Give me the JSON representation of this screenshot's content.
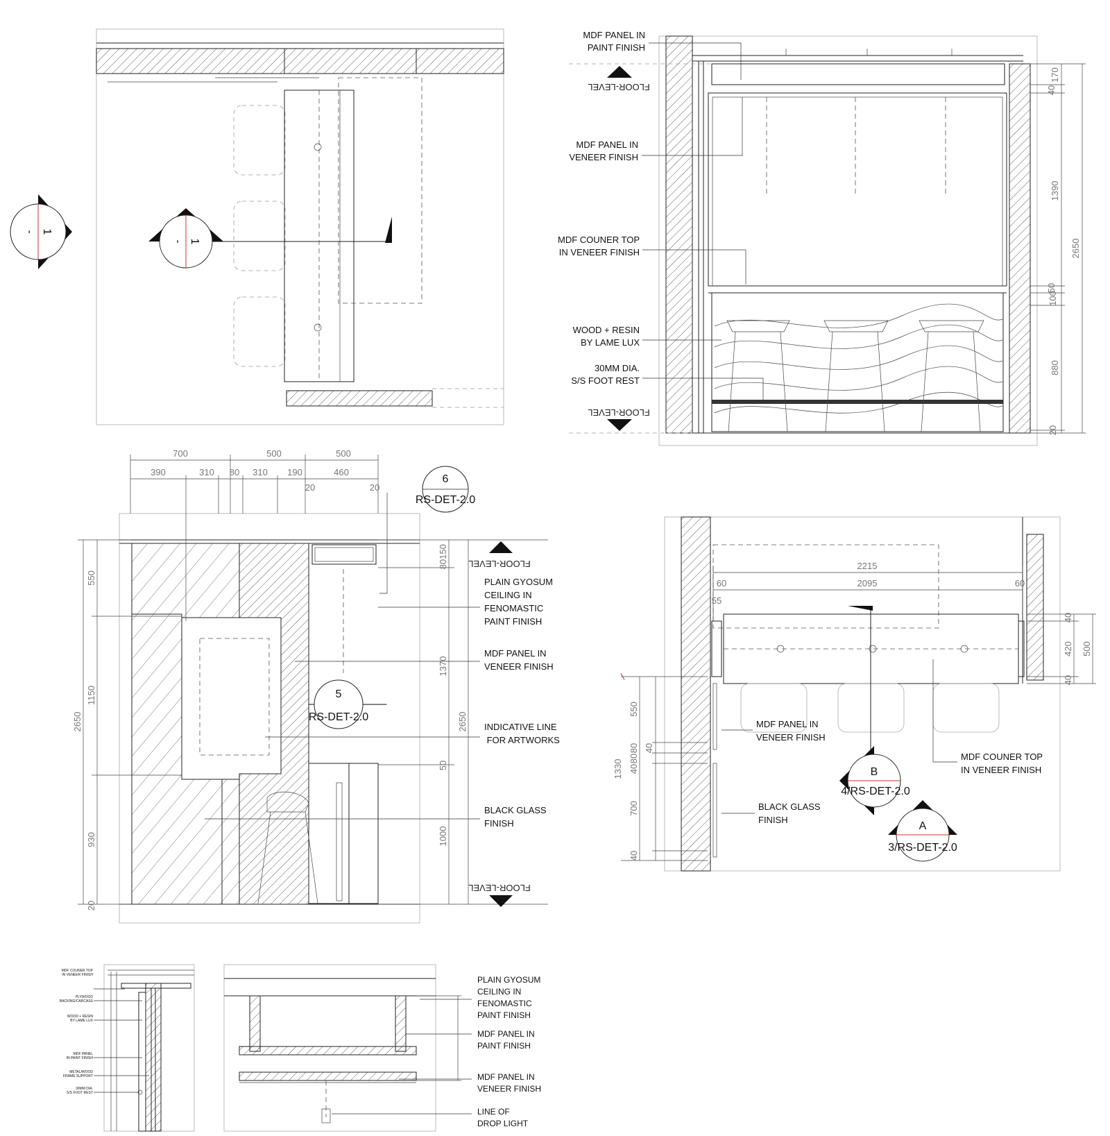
{
  "plan_top": {
    "section_markers": [
      {
        "number": "1",
        "sheet": "-"
      },
      {
        "number": "1",
        "sheet": "-"
      }
    ]
  },
  "elevation_top_right": {
    "labels": [
      "MDF PANEL IN\nPAINT FINISH",
      "MDF PANEL IN\nVENEER FINISH",
      "MDF COUNER TOP\nIN VENEER FINISH",
      "WOOD + RESIN\nBY LAME LUX",
      "30MM DIA.\nS/S FOOT REST"
    ],
    "level_top": "FLOOR-LEVEL",
    "level_bottom": "FLOOR-LEVEL",
    "dims_right_inner": [
      "170",
      "40",
      "1390",
      "50",
      "100",
      "880",
      "20"
    ],
    "dim_right_outer": "2650"
  },
  "elevation_mid_left": {
    "dims_top_row1": [
      "700",
      "500",
      "500"
    ],
    "dims_top_row2": [
      "390",
      "310",
      "80",
      "310",
      "190",
      "460"
    ],
    "dims_top_row3": [
      "20",
      "20"
    ],
    "dims_left": [
      "550",
      "1150",
      "930",
      "20"
    ],
    "dim_left_total": "2650",
    "dims_right_inner": [
      "150",
      "80",
      "1370",
      "50",
      "1000"
    ],
    "dim_right_total": "2650",
    "callout_6": {
      "number": "6",
      "sheet": "RS-DET-2.0"
    },
    "callout_5": {
      "number": "5",
      "sheet": "RS-DET-2.0"
    },
    "level_top": "FLOOR-LEVEL",
    "level_bottom": "FLOOR-LEVEL",
    "labels": [
      "PLAIN GYOSUM\nCEILING IN\nFENOMASTIC\nPAINT FINISH",
      "MDF PANEL IN\nVENEER FINISH",
      "INDICATIVE LINE\n FOR ARTWORKS",
      "BLACK GLASS\nFINISH"
    ]
  },
  "plan_mid_right": {
    "dims_top": [
      "2215",
      "2095",
      "60",
      "60",
      "55"
    ],
    "dims_right": [
      "40",
      "420",
      "40",
      "500"
    ],
    "dims_left": [
      "550",
      "80",
      "40",
      "80",
      "40",
      "700",
      "40"
    ],
    "dim_left_total": "1330",
    "labels": [
      "MDF PANEL IN\nVENEER FINISH",
      "MDF COUNER TOP\nIN VENEER FINISH",
      "BLACK GLASS\nFINISH"
    ],
    "marker_b": {
      "letter": "B",
      "sheet": "4/RS-DET-2.0"
    },
    "marker_a": {
      "letter": "A",
      "sheet": "3/RS-DET-2.0"
    }
  },
  "detail_small_left": {
    "labels": [
      "MDF COUNER TOP\nIN VENEER FINISH",
      "PLYWOOD\nBACKING/CARCASS",
      "WOOD + RESIN\nBY LAME LUX",
      "MDF PANEL\nIN PAINT FINISH",
      "METAL/WOOD\nFRAME SUPPORT",
      "30MM DIA.\nS/S FOOT REST"
    ]
  },
  "detail_bottom_mid": {
    "labels": [
      "PLAIN GYOSUM\nCEILING IN\nFENOMASTIC\nPAINT FINISH",
      "MDF PANEL IN\nPAINT FINISH",
      "MDF PANEL IN\nVENEER FINISH",
      "LINE OF\nDROP LIGHT"
    ]
  }
}
